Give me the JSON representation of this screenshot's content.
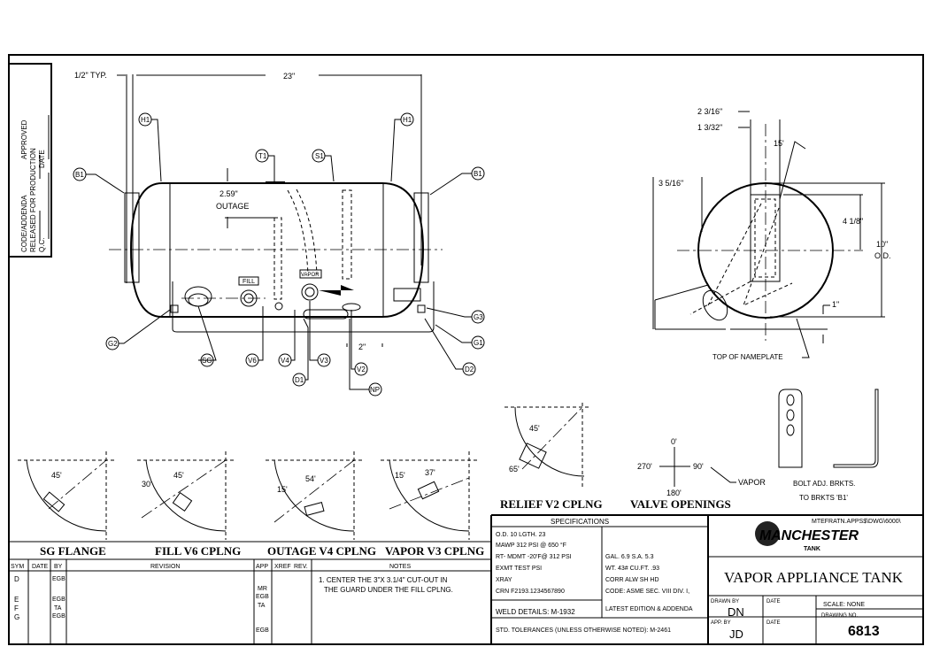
{
  "approval_box": {
    "line1": "CODE/ADDENDA",
    "line1b": "APPROVED",
    "line2": "RELEASED FOR PRODUCTION",
    "line3": "Q.C.",
    "line3b": "DATE"
  },
  "front_view": {
    "dim_typ": "1/2\" TYP.",
    "dim_length": "23\"",
    "outage_value": "2.59\"",
    "outage_label": "OUTAGE",
    "fill_tag": "FILL",
    "vapor_tag": "VAPOR",
    "dim_2in": "2\"",
    "balloons": {
      "h1": "H1",
      "t1": "T1",
      "s1": "S1",
      "b1": "B1",
      "g1": "G1",
      "g2": "G2",
      "g3": "G3",
      "sg": "SG",
      "v6": "V6",
      "v4": "V4",
      "v3": "V3",
      "v2": "V2",
      "d1": "D1",
      "d2": "D2",
      "np": "NP"
    }
  },
  "end_view": {
    "dim_a": "2 3/16\"",
    "dim_b": "1 3/32\"",
    "angle": "15'",
    "dim_c": "3 5/16\"",
    "dim_d": "4 1/8\"",
    "od_value": "10\"",
    "od_label": "O.D.",
    "dim_e": "1\"",
    "nameplate": "TOP OF NAMEPLATE"
  },
  "details": [
    {
      "title": "SG FLANGE",
      "angles": [
        "45'"
      ]
    },
    {
      "title": "FILL V6 CPLNG",
      "angles": [
        "30'",
        "45'"
      ]
    },
    {
      "title": "OUTAGE V4 CPLNG",
      "angles": [
        "15'",
        "54'"
      ]
    },
    {
      "title": "VAPOR V3 CPLNG",
      "angles": [
        "15'",
        "37'"
      ]
    },
    {
      "title": "RELIEF V2 CPLNG",
      "angles": [
        "45'",
        "65'"
      ]
    }
  ],
  "valve_openings": {
    "title": "VALVE OPENINGS",
    "top": "0'",
    "left": "270'",
    "right": "90'",
    "bottom": "180'",
    "callout": "VAPOR"
  },
  "brackets": {
    "line1": "BOLT ADJ. BRKTS.",
    "line2": "TO BRKTS 'B1'"
  },
  "revision_table": {
    "headers": [
      "SYM",
      "DATE",
      "BY",
      "REVISION",
      "APP",
      "XREF",
      "REV.",
      "NOTES"
    ],
    "sym": [
      "D",
      "E",
      "F",
      "G"
    ],
    "by": [
      "EGB",
      "EGB",
      "TA",
      "EGB"
    ],
    "app": [
      "MR",
      "EGB",
      "TA",
      "EGB"
    ],
    "note1": "1. CENTER THE 3\"X 3.1/4\" CUT-OUT IN",
    "note2": "THE GUARD UNDER THE FILL CPLNG."
  },
  "specifications": {
    "title": "SPECIFICATIONS",
    "rows": [
      "O.D. 10      LGTH. 23",
      "MAWP 312    PSI @ 650 °F",
      "RT-    MDMT -20'F@ 312 PSI",
      "EXMT           TEST       PSI",
      "XRAY",
      "CRN  F2193.1234567890"
    ],
    "right_rows": [
      "GAL. 6.9      S.A. 5.3",
      "WT. 43#       CU.FT. .93",
      "CORR ALW      SH      HD",
      "CODE: ASME SEC. VIII DIV. I,",
      "LATEST EDITION & ADDENDA"
    ],
    "weld": "WELD DETAILS: M-1932",
    "tolerances": "STD. TOLERANCES (UNLESS OTHERWISE NOTED): M-2461"
  },
  "title_block": {
    "path": "MTEFRATN.APPS$\\DWG\\6000\\",
    "logo": "MANCHESTER",
    "logo_sub": "TANK",
    "title": "VAPOR APPLIANCE TANK",
    "drawn_by_label": "DRAWN BY",
    "drawn_by": "DN",
    "date_label": "DATE",
    "app_by_label": "APP.  BY",
    "app_by": "JD",
    "scale": "SCALE:  NONE",
    "drawing_no_label": "DRAWING NO.",
    "drawing_no": "6813"
  }
}
